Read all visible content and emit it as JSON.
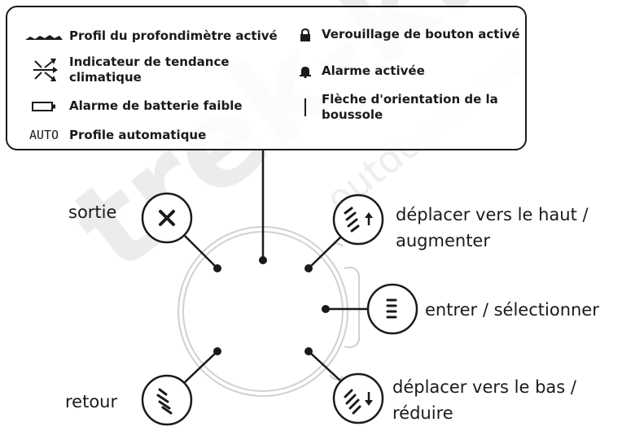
{
  "watermark": "trek-king",
  "watermark_sub": "outdoorstore",
  "legend": {
    "items": [
      {
        "icon": "depth-profile-icon",
        "label": "Profil du profondimètre activé"
      },
      {
        "icon": "weather-trend-icon",
        "label": "Indicateur de tendance climatique"
      },
      {
        "icon": "low-battery-icon",
        "label": "Alarme de batterie faible"
      },
      {
        "icon": "auto-icon",
        "icon_text": "AUTO",
        "label": "Profile automatique"
      },
      {
        "icon": "lock-icon",
        "label": "Verouillage de bouton activé"
      },
      {
        "icon": "bell-icon",
        "label": "Alarme activée"
      },
      {
        "icon": "compass-arrow-icon",
        "label": "Flèche d'orientation de la boussole"
      }
    ]
  },
  "buttons": {
    "exit": "sortie",
    "up": "déplacer vers le haut / augmenter",
    "enter": "entrer / sélectionner",
    "back": "retour",
    "down": "déplacer vers le bas / réduire"
  },
  "labels": {
    "up_line1": "déplacer vers le haut /",
    "up_line2": "augmenter",
    "down_line1": "déplacer vers le bas /",
    "down_line2": "réduire"
  }
}
